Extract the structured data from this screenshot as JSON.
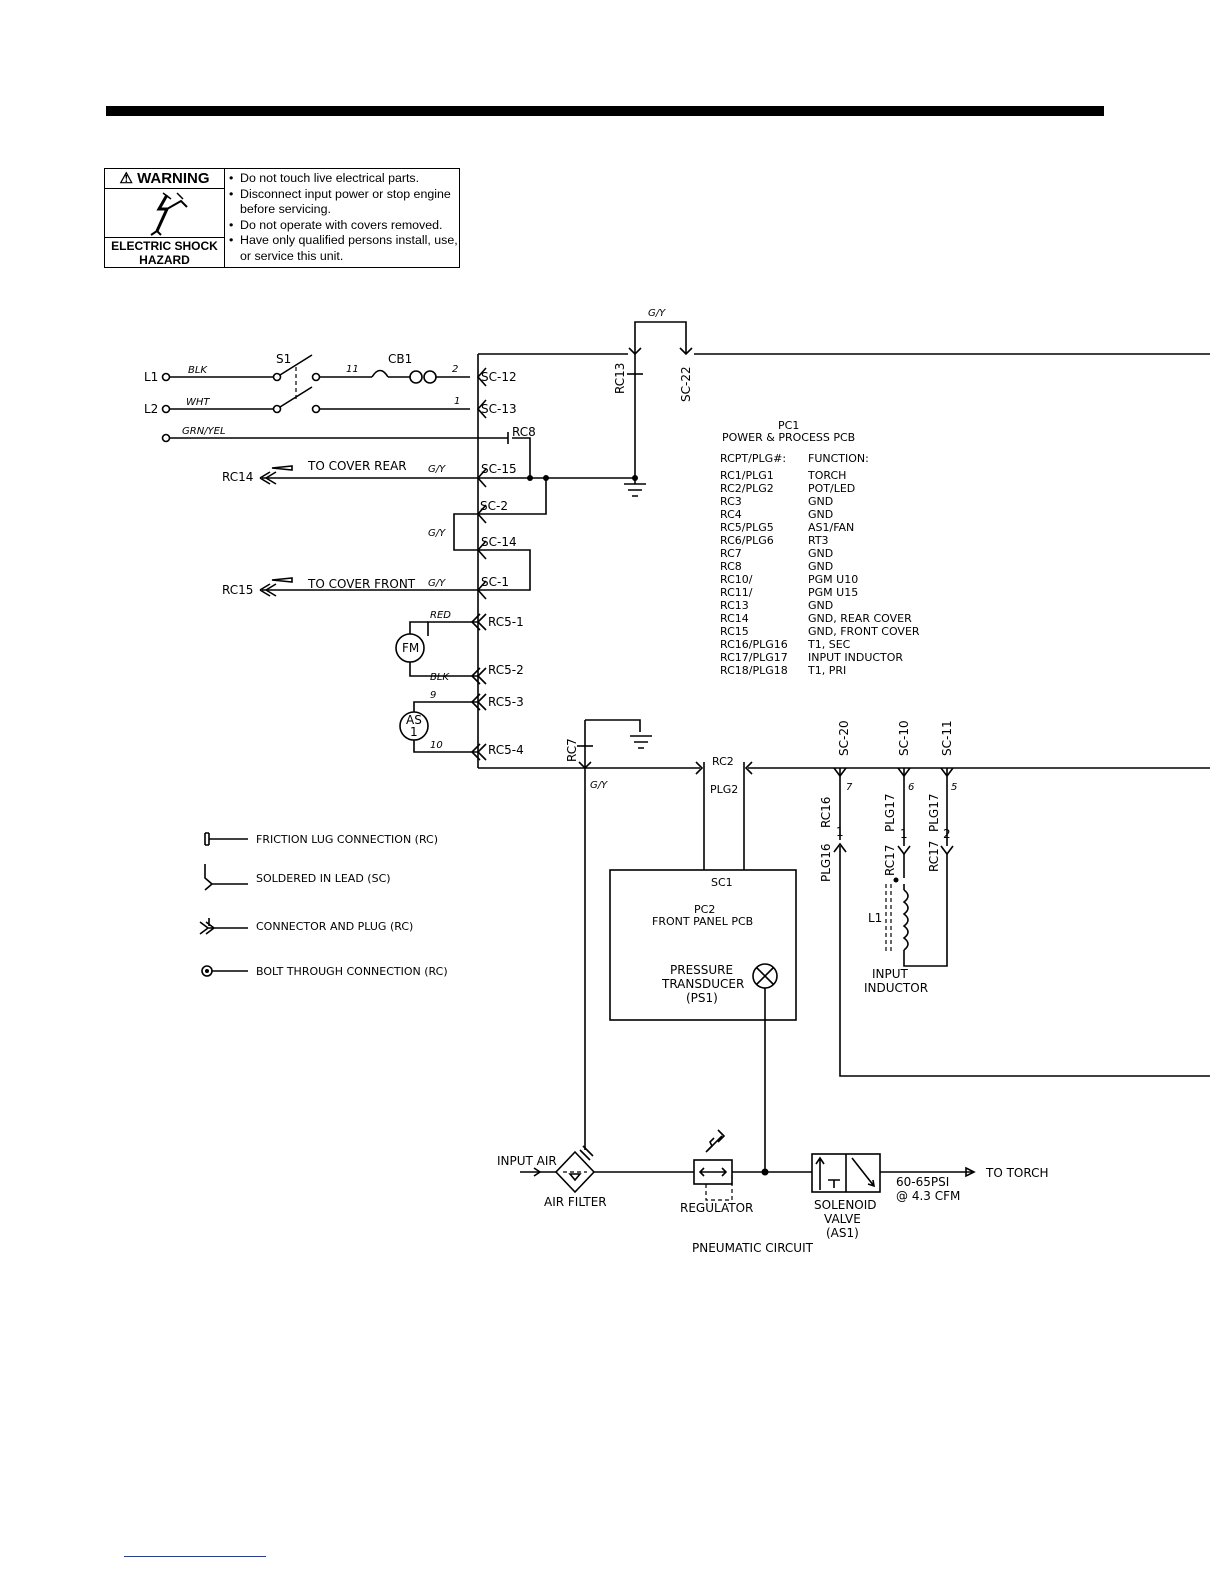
{
  "warning": {
    "title": "WARNING",
    "hazard": "ELECTRIC SHOCK HAZARD",
    "icon": "electric-shock-icon",
    "items": [
      "Do not touch live electrical parts.",
      "Disconnect input power or stop engine before servicing.",
      "Do not operate with covers removed.",
      "Have only qualified persons install, use, or service this unit."
    ]
  },
  "pc1": {
    "title": "PC1",
    "subtitle": "POWER & PROCESS PCB",
    "col_rcpt": "RCPT/PLG#:",
    "col_func": "FUNCTION:",
    "rows": [
      {
        "rcpt": "RC1/PLG1",
        "func": "TORCH"
      },
      {
        "rcpt": "RC2/PLG2",
        "func": "POT/LED"
      },
      {
        "rcpt": "RC3",
        "func": "GND"
      },
      {
        "rcpt": "RC4",
        "func": "GND"
      },
      {
        "rcpt": "RC5/PLG5",
        "func": "AS1/FAN"
      },
      {
        "rcpt": "RC6/PLG6",
        "func": "RT3"
      },
      {
        "rcpt": "RC7",
        "func": "GND"
      },
      {
        "rcpt": "RC8",
        "func": "GND"
      },
      {
        "rcpt": "RC10/",
        "func": "PGM U10"
      },
      {
        "rcpt": "RC11/",
        "func": "PGM U15"
      },
      {
        "rcpt": "RC13",
        "func": "GND"
      },
      {
        "rcpt": "RC14",
        "func": "GND, REAR COVER"
      },
      {
        "rcpt": "RC15",
        "func": "GND, FRONT COVER"
      },
      {
        "rcpt": "RC16/PLG16",
        "func": "T1, SEC"
      },
      {
        "rcpt": "RC17/PLG17",
        "func": "INPUT INDUCTOR"
      },
      {
        "rcpt": "RC18/PLG18",
        "func": "T1, PRI"
      }
    ]
  },
  "labels": {
    "l1": "L1",
    "l2": "L2",
    "s1": "S1",
    "cb1": "CB1",
    "blk": "BLK",
    "wht": "WHT",
    "grn_yel": "GRN/YEL",
    "red": "RED",
    "blk2": "BLK",
    "w11": "11",
    "w2": "2",
    "w1": "1",
    "w9": "9",
    "w10": "10",
    "w7": "7",
    "w6": "6",
    "w5": "5",
    "gy_top": "G/Y",
    "gy_15": "G/Y",
    "gy_14": "G/Y",
    "gy_1": "G/Y",
    "gy_rc7": "G/Y",
    "sc12": "SC-12",
    "sc13": "SC-13",
    "sc15": "SC-15",
    "sc2": "SC-2",
    "sc14": "SC-14",
    "sc1": "SC-1",
    "sc22": "SC-22",
    "sc20": "SC-20",
    "sc10": "SC-10",
    "sc11": "SC-11",
    "rc13": "RC13",
    "rc8": "RC8",
    "rc14": "RC14",
    "rc15": "RC15",
    "rc7": "RC7",
    "rc5_1": "RC5-1",
    "rc5_2": "RC5-2",
    "rc5_3": "RC5-3",
    "rc5_4": "RC5-4",
    "to_rear": "TO COVER REAR",
    "to_front": "TO COVER FRONT",
    "fm": "FM",
    "as": "AS",
    "as_n": "1",
    "rc2": "RC2",
    "plg2": "PLG2",
    "pc_sc1": "SC1",
    "pc2": "PC2",
    "pc2_sub": "FRONT PANEL PCB",
    "pt1": "PRESSURE",
    "pt2": "TRANSDUCER",
    "pt3": "(PS1)",
    "rc16": "RC16",
    "plg16": "PLG16",
    "plg16_n": "1",
    "plg17a": "PLG17",
    "plg17a_n": "1",
    "plg17b": "PLG17",
    "plg17b_n": "2",
    "rc17a": "RC17",
    "rc17b": "RC17",
    "l1_ind": "L1",
    "ind1": "INPUT",
    "ind2": "INDUCTOR",
    "input_air": "INPUT AIR",
    "air_filter": "AIR FILTER",
    "regulator": "REGULATOR",
    "sv1": "SOLENOID",
    "sv2": "VALVE",
    "sv3": "(AS1)",
    "psi": "60-65PSI",
    "cfm": "@ 4.3 CFM",
    "to_torch": "TO TORCH",
    "pneumatic": "PNEUMATIC CIRCUIT"
  },
  "legend": [
    {
      "symbol": "friction-lug",
      "text": "FRICTION LUG CONNECTION (RC)"
    },
    {
      "symbol": "soldered-lead",
      "text": "SOLDERED IN LEAD (SC)"
    },
    {
      "symbol": "connector-plug",
      "text": "CONNECTOR AND PLUG (RC)"
    },
    {
      "symbol": "bolt-through",
      "text": "BOLT THROUGH CONNECTION (RC)"
    }
  ]
}
